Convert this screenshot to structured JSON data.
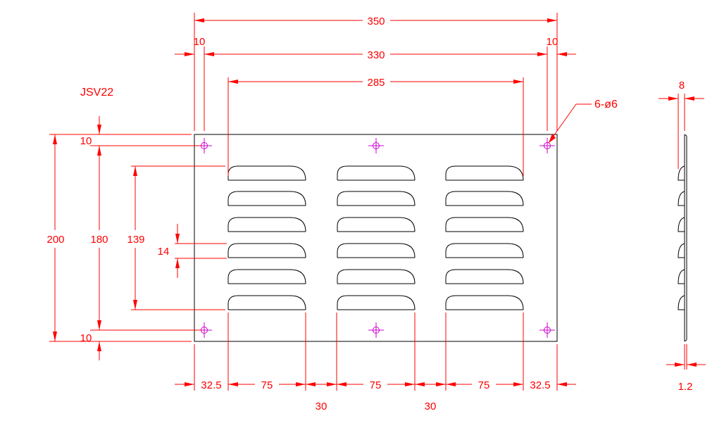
{
  "part_label": "JSV22",
  "hole_callout": "6-ø6",
  "dimensions": {
    "overall_width": "350",
    "hole_span": "330",
    "slot_span": "285",
    "edge_left": "10",
    "edge_right": "10",
    "overall_height": "200",
    "hole_height": "180",
    "slot_height": "139",
    "slot_pitch": "14",
    "edge_top": "10",
    "edge_bottom": "10",
    "margin_left": "32.5",
    "slot_width_1": "75",
    "slot_width_2": "75",
    "slot_width_3": "75",
    "margin_right": "32.5",
    "gap_1": "30",
    "gap_2": "30",
    "side_depth": "8",
    "thickness": "1.2"
  },
  "colors": {
    "dimension": "#ff0000",
    "outline": "#000000",
    "hole": "#cc00cc"
  }
}
